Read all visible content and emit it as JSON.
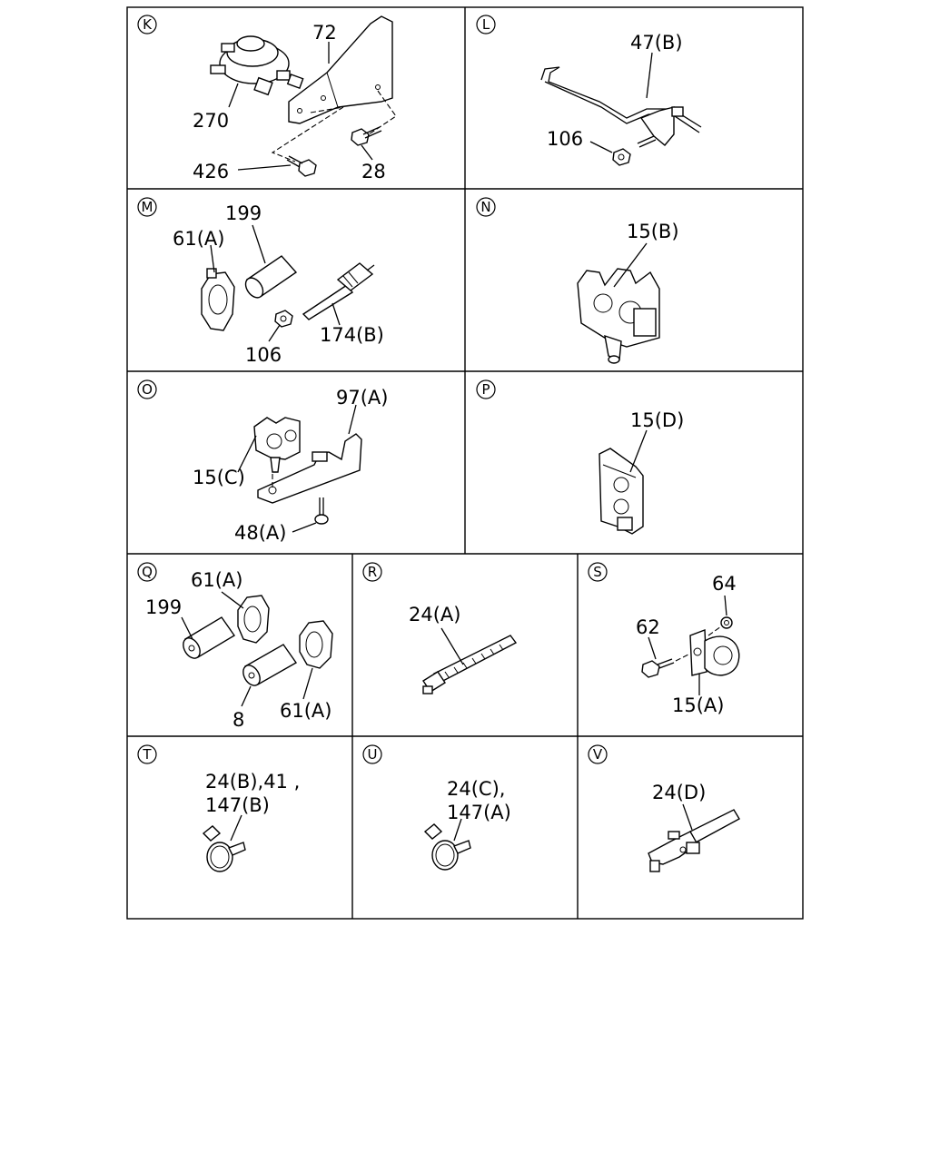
{
  "panels": {
    "K": {
      "badge": "K",
      "labels": {
        "p72": "72",
        "p270": "270",
        "p426": "426",
        "p28": "28"
      }
    },
    "L": {
      "badge": "L",
      "labels": {
        "p47b": "47(B)",
        "p106": "106"
      }
    },
    "M": {
      "badge": "M",
      "labels": {
        "p199": "199",
        "p61a": "61(A)",
        "p106": "106",
        "p174b": "174(B)"
      }
    },
    "N": {
      "badge": "N",
      "labels": {
        "p15b": "15(B)"
      }
    },
    "O": {
      "badge": "O",
      "labels": {
        "p97a": "97(A)",
        "p15c": "15(C)",
        "p48a": "48(A)"
      }
    },
    "P": {
      "badge": "P",
      "labels": {
        "p15d": "15(D)"
      }
    },
    "Q": {
      "badge": "Q",
      "labels": {
        "p61a_top": "61(A)",
        "p199": "199",
        "p8": "8",
        "p61a_bottom": "61(A)"
      }
    },
    "R": {
      "badge": "R",
      "labels": {
        "p24a": "24(A)"
      }
    },
    "S": {
      "badge": "S",
      "labels": {
        "p64": "64",
        "p62": "62",
        "p15a": "15(A)"
      }
    },
    "T": {
      "badge": "T",
      "labels": {
        "line1": "24(B),41 ,",
        "line2": "147(B)"
      }
    },
    "U": {
      "badge": "U",
      "labels": {
        "line1": "24(C),",
        "line2": "147(A)"
      }
    },
    "V": {
      "badge": "V",
      "labels": {
        "p24d": "24(D)"
      }
    }
  }
}
